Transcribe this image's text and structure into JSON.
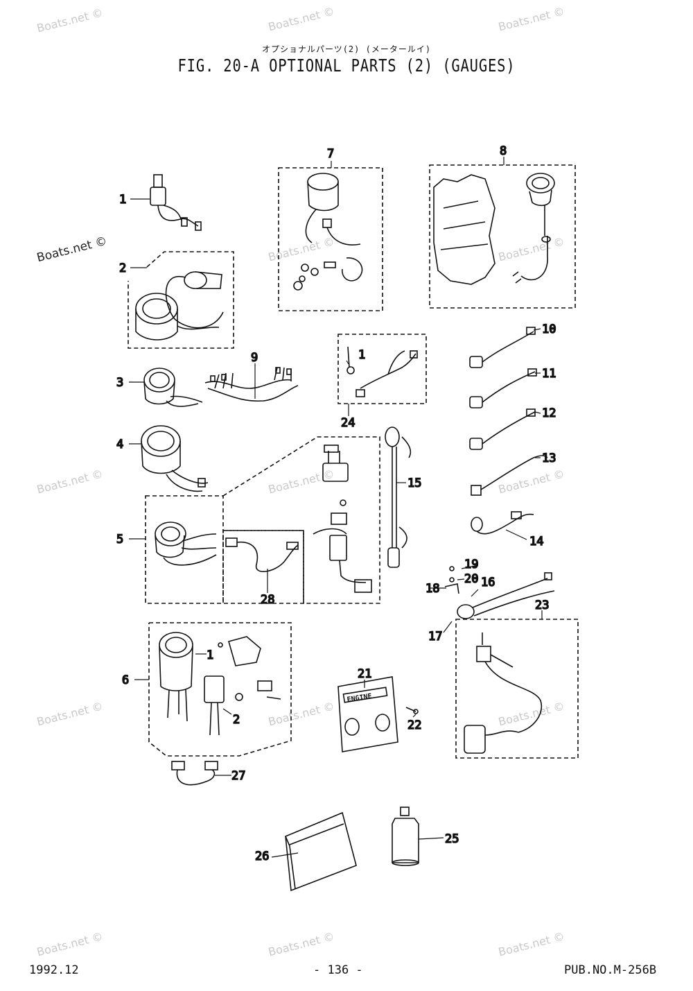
{
  "page": {
    "title_jp": "オプショナルパーツ(2) (メータールイ)",
    "title": "FIG. 20-A OPTIONAL PARTS (2) (GAUGES)",
    "footer_left": "1992.12",
    "footer_center": "- 136 -",
    "footer_right": "PUB.NO.M-256B",
    "watermark": "Boats.net ©",
    "plate_label": "ENGINE"
  },
  "callouts": [
    "1",
    "2",
    "3",
    "4",
    "5",
    "6",
    "7",
    "8",
    "9",
    "10",
    "11",
    "12",
    "13",
    "14",
    "15",
    "16",
    "17",
    "18",
    "19",
    "20",
    "21",
    "22",
    "23",
    "24",
    "25",
    "26",
    "27",
    "28",
    "1",
    "1",
    "2"
  ]
}
